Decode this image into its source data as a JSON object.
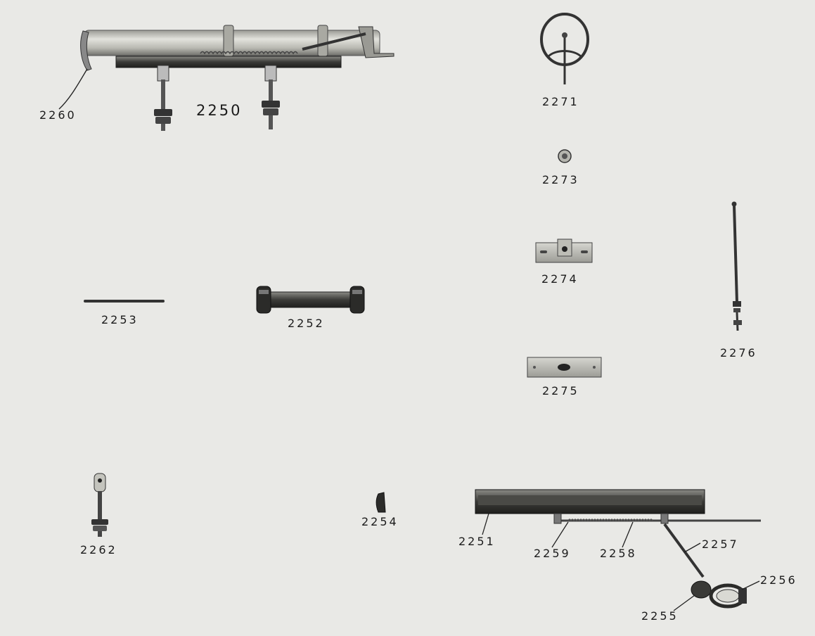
{
  "labels": {
    "p2250": "2250",
    "p2251": "2251",
    "p2252": "2252",
    "p2253": "2253",
    "p2254": "2254",
    "p2255": "2255",
    "p2256": "2256",
    "p2257": "2257",
    "p2258": "2258",
    "p2259": "2259",
    "p2260": "2260",
    "p2262": "2262",
    "p2271": "2271",
    "p2273": "2273",
    "p2274": "2274",
    "p2275": "2275",
    "p2276": "2276"
  }
}
